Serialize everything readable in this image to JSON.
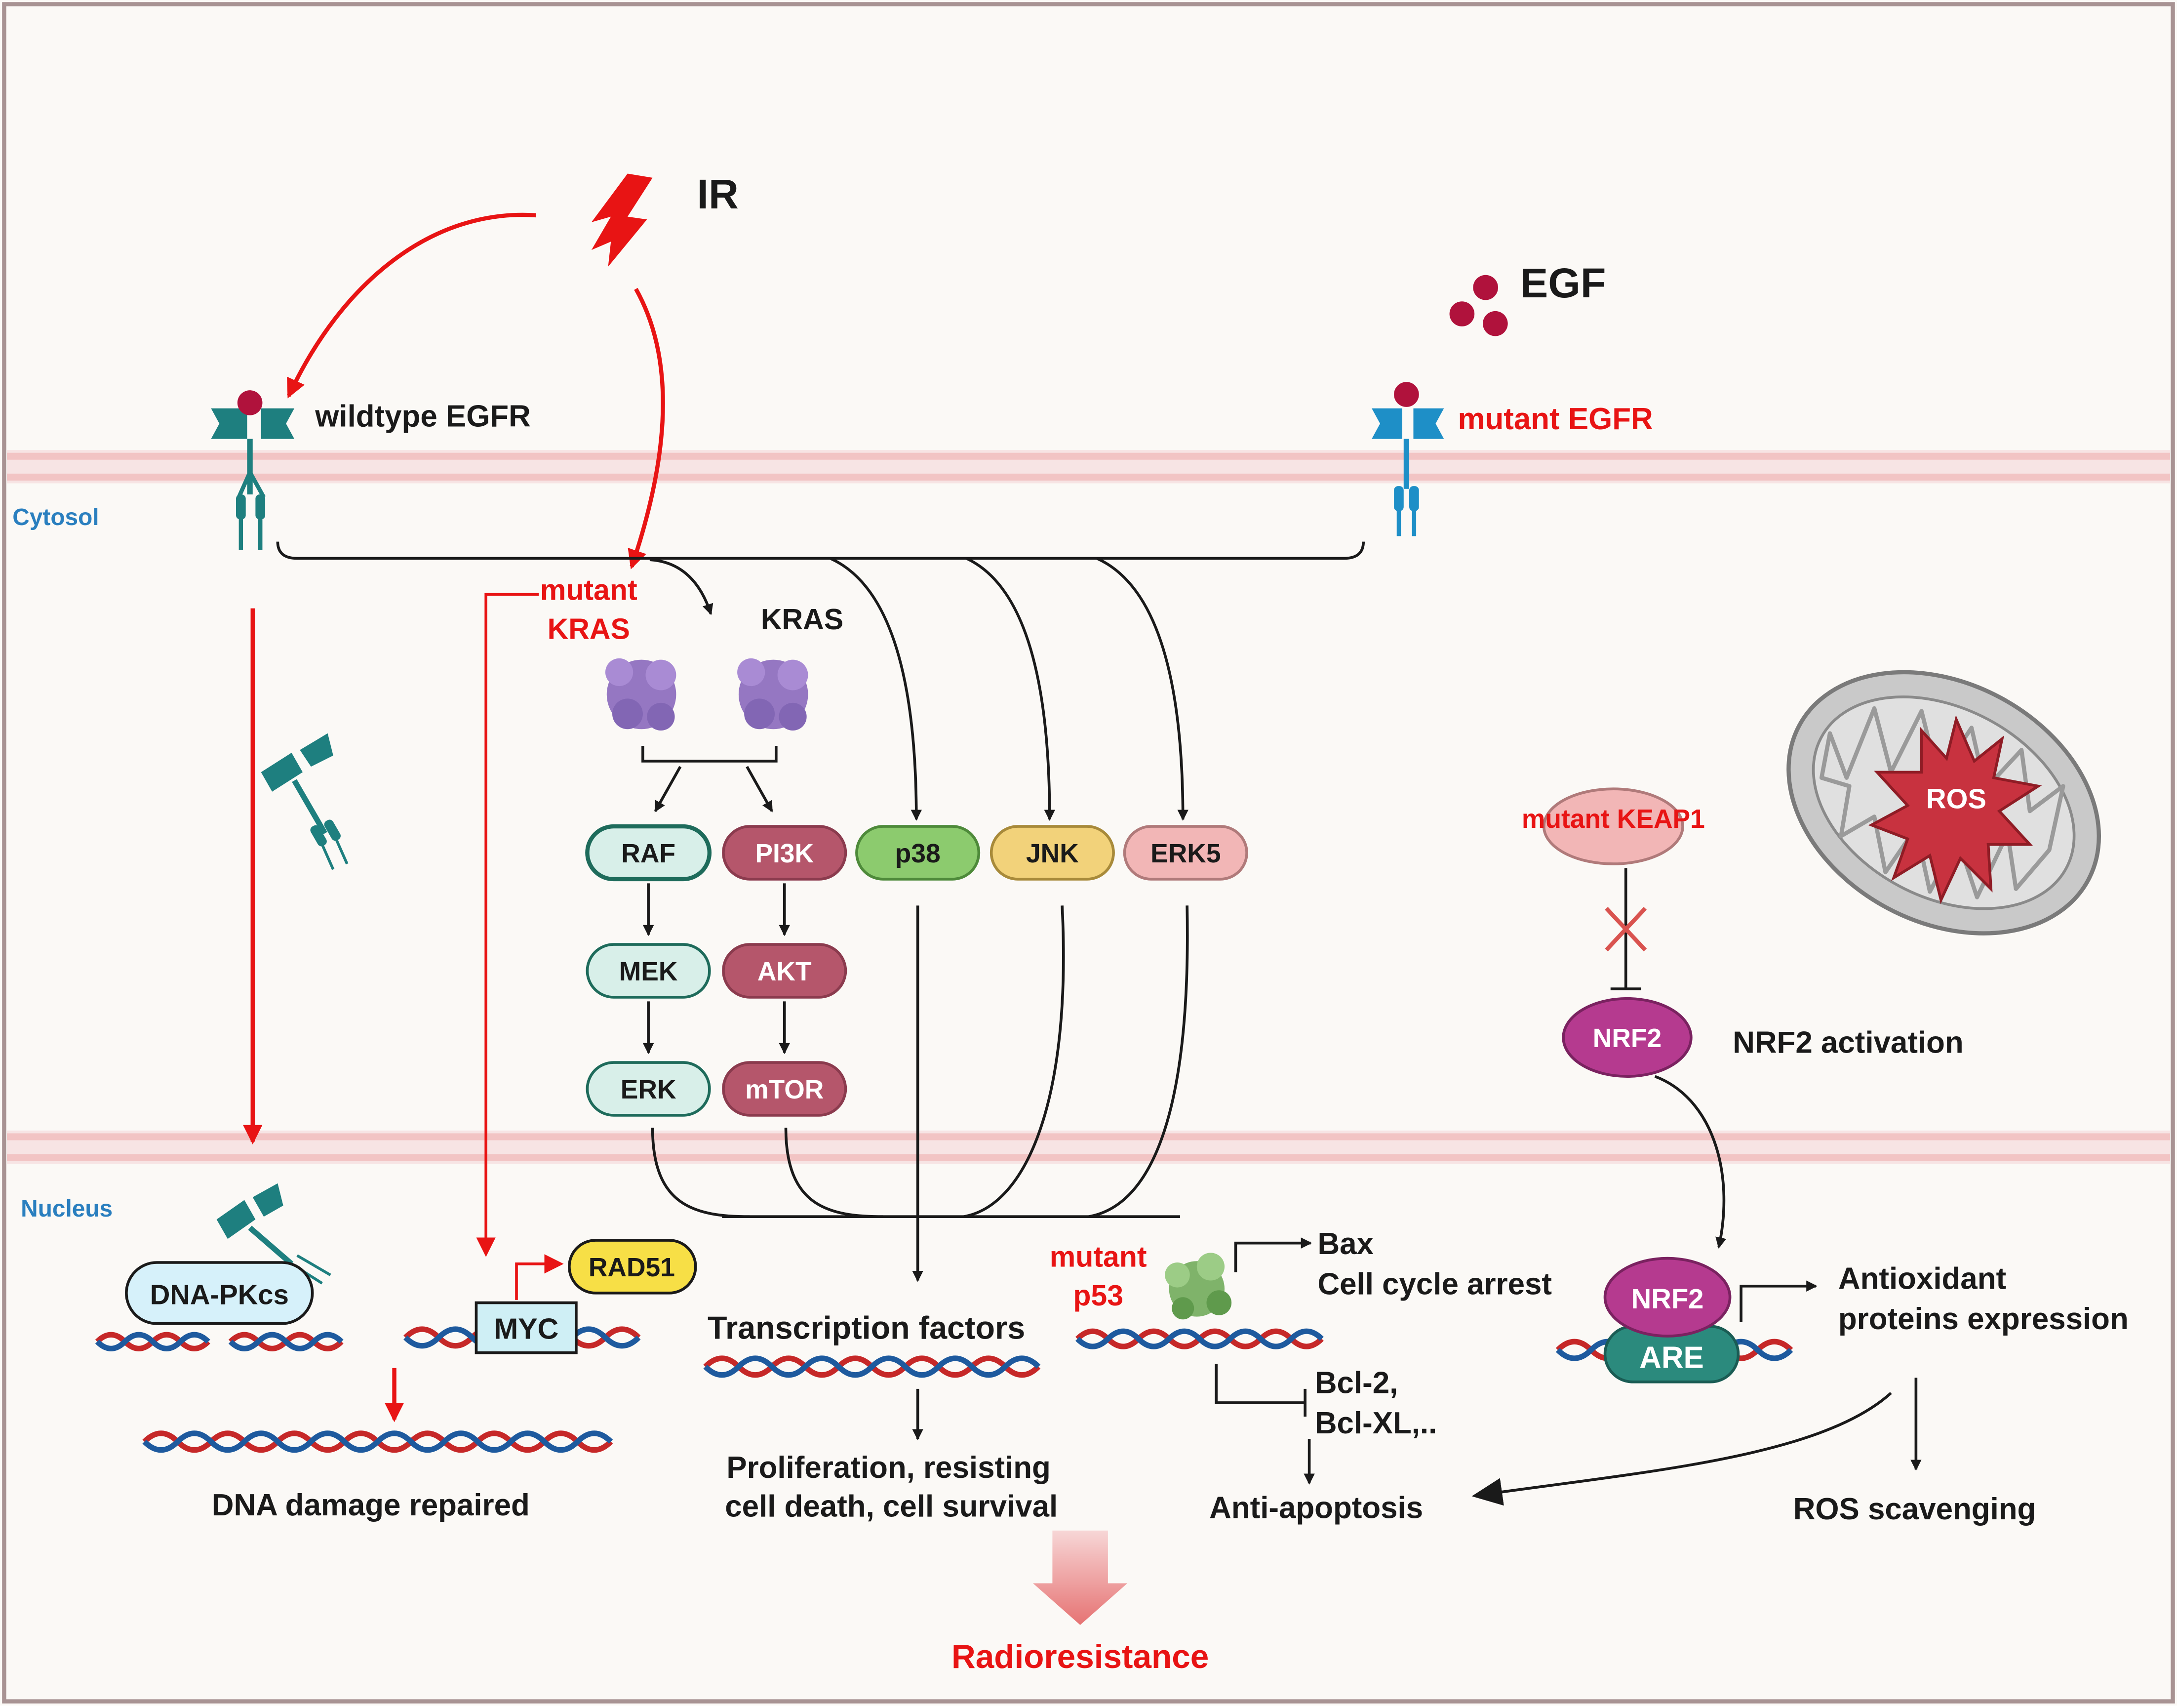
{
  "stimuli": {
    "ir": "IR",
    "egf": "EGF"
  },
  "compartments": {
    "cytosol": "Cytosol",
    "nucleus": "Nucleus"
  },
  "receptors": {
    "wildtype": "wildtype EGFR",
    "mutant": "mutant EGFR"
  },
  "kras": {
    "mutant_line1": "mutant",
    "mutant_line2": "KRAS",
    "wildtype": "KRAS"
  },
  "pathway_nodes": {
    "raf": "RAF",
    "pi3k": "PI3K",
    "p38": "p38",
    "jnk": "JNK",
    "erk5": "ERK5",
    "mek": "MEK",
    "akt": "AKT",
    "erk": "ERK",
    "mtor": "mTOR"
  },
  "keap1": "mutant KEAP1",
  "ros": "ROS",
  "nrf2": {
    "node": "NRF2",
    "activation": "NRF2 activation",
    "nuclear": "NRF2",
    "are": "ARE"
  },
  "antioxidant": {
    "line1": "Antioxidant",
    "line2": "proteins expression"
  },
  "ros_scavenging": "ROS scavenging",
  "dna_repair": {
    "dnapkcs": "DNA-PKcs",
    "myc": "MYC",
    "rad51": "RAD51",
    "repaired": "DNA damage repaired"
  },
  "transcription": {
    "label": "Transcription factors",
    "outcome_line1": "Proliferation, resisting",
    "outcome_line2": "cell death, cell survival"
  },
  "p53": {
    "mutant_line1": "mutant",
    "mutant_line2": "p53",
    "bax": "Bax",
    "arrest": "Cell cycle arrest",
    "bcl2": "Bcl-2,",
    "bclxl": "Bcl-XL,..",
    "anti_apoptosis": "Anti-apoptosis"
  },
  "outcome": "Radioresistance",
  "colors": {
    "red": "#e81414",
    "teal": "#1e7f7f",
    "nrf2_purple": "#b53a8f",
    "pi3k_fill": "#b5566b",
    "raf_fill": "#d8efe9",
    "p38_fill": "#8ccb6e",
    "jnk_fill": "#f2d27a",
    "erk5_fill": "#f2b6b6",
    "rad51_fill": "#f7df46",
    "membrane": "#f4c9c9",
    "are_fill": "#2b8a7d"
  }
}
